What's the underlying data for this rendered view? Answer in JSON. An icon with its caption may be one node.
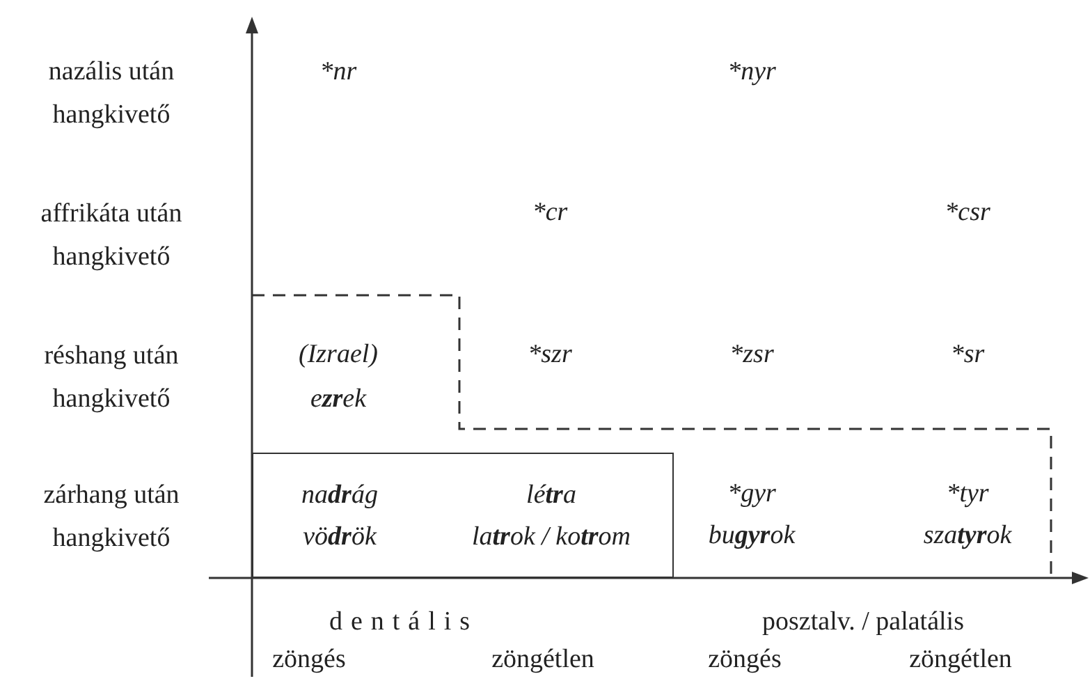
{
  "diagram": {
    "nodes": [
      {
        "text": [
          "(Izrael)",
          "e**zr**ek",
          "*szr",
          "*zsr",
          "*sr",
          "*gyr",
          "bu**gyr**ok",
          "*tyr",
          "sza**tyr**ok"
        ]
      },
      {
        "text": [
          "na**dr**ág",
          "vö**dr**ök",
          "lé**tr**a",
          "la**tr**ok / ko**tr**om"
        ],
        "in": 0
      }
    ],
    "labels": [
      "nazális után hangkivető",
      "*nr",
      "*nyr",
      "affrikáta után hangkivető",
      "*cr",
      "*csr",
      "réshang után hangkivető",
      "zárhang után hangkivető",
      "dentális",
      "posztalv. / palatális",
      "zöngés",
      "zöngétlen",
      "zöngés",
      "zöngétlen"
    ]
  }
}
